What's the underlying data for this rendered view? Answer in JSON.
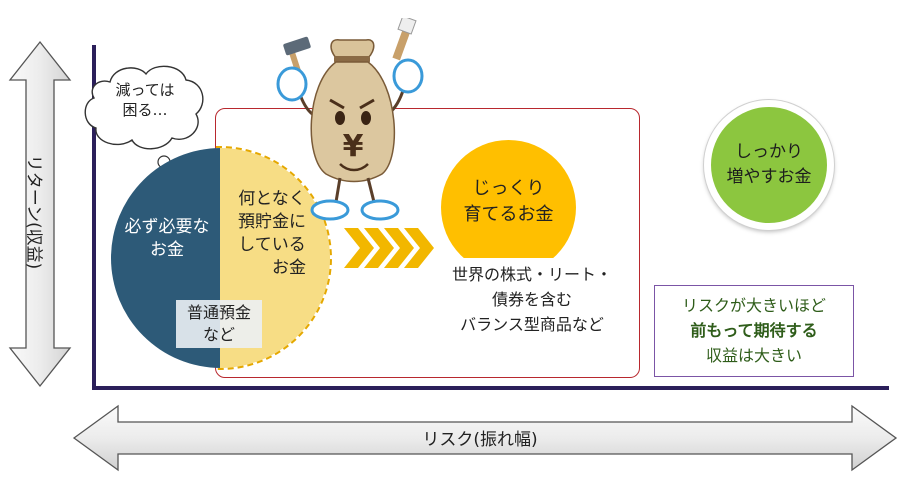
{
  "axes": {
    "y_label": "リターン(収益)",
    "x_label": "リスク(振れ幅)"
  },
  "thought_bubble": {
    "line1": "減っては",
    "line2": "困る…"
  },
  "blue_circle": {
    "line1": "必ず必要な",
    "line2": "お金"
  },
  "blue_note": {
    "line1": "普通預金",
    "line2": "など"
  },
  "yellow_circle": {
    "line1": "何となく",
    "line2": "預貯金に",
    "line3": "している",
    "line4": "お金"
  },
  "orange_circle": {
    "line1": "じっくり",
    "line2": "育てるお金"
  },
  "orange_note": {
    "line1": "世界の株式・リート・",
    "line2": "債券を含む",
    "line3": "バランス型商品など"
  },
  "green_circle": {
    "line1": "しっかり",
    "line2": "増やすお金"
  },
  "risk_note": {
    "line1": "リスクが大きいほど",
    "line2": "前もって期待する",
    "line3": "収益は大きい"
  },
  "mascot": {
    "symbol": "¥",
    "icon": "money-bag-mascot-icon"
  },
  "colors": {
    "axis": "#2b1f5a",
    "frame": "#b8282e",
    "blue": "#2d5a78",
    "yellow": "#f7dd85",
    "orange": "#ffbf00",
    "green": "#8cc63f",
    "chevrons": "#f2b700",
    "risk_border": "#7b55a6",
    "risk_text": "#2f5d1a"
  }
}
